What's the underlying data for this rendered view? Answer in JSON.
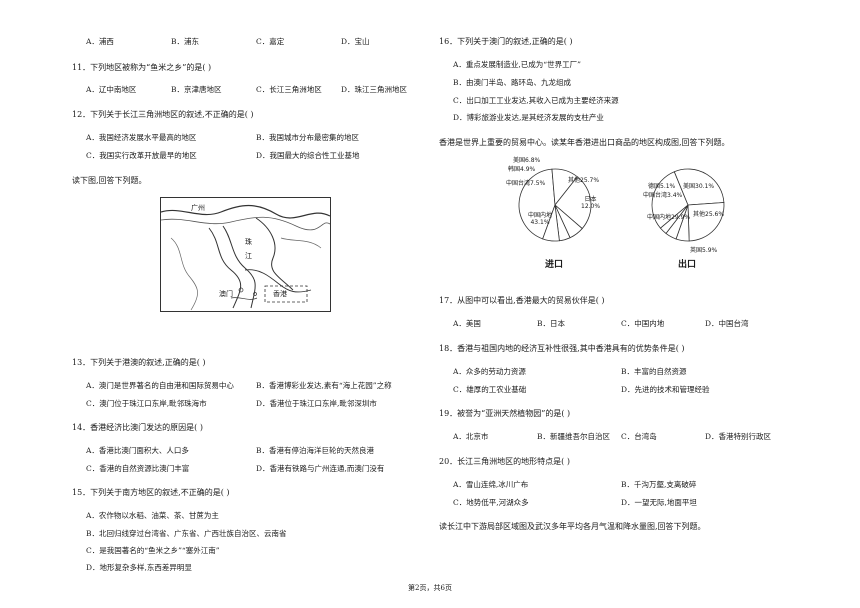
{
  "left": {
    "q10_options": [
      "A．浦西",
      "B．浦东",
      "C．嘉定",
      "D．宝山"
    ],
    "q11": {
      "stem": "11．下列地区被称为“鱼米之乡”的是(    )",
      "options": [
        "A．辽中南地区",
        "B．京津唐地区",
        "C．长江三角洲地区",
        "D．珠江三角洲地区"
      ]
    },
    "q12": {
      "stem": "12．下列关于长江三角洲地区的叙述,不正确的是(    )",
      "options": [
        "A．我国经济发展水平最高的地区",
        "B．我国城市分布最密集的地区",
        "C．我国实行改革开放最早的地区",
        "D．我国最大的综合性工业基地"
      ]
    },
    "map_intro": "读下图,回答下列题。",
    "map": {
      "labels": [
        "广州",
        "珠",
        "江",
        "澳门",
        "香港"
      ]
    },
    "q13": {
      "stem": "13．下列关于港澳的叙述,正确的是(    )",
      "options": [
        "A．澳门是世界著名的自由港和国际贸易中心",
        "B．香港博彩业发达,素有“海上花园”之称",
        "C．澳门位于珠江口东岸,毗邻珠海市",
        "D．香港位于珠江口东岸,毗邻深圳市"
      ]
    },
    "q14": {
      "stem": "14．香港经济比澳门发达的原因是(    )",
      "options": [
        "A．香港比澳门面积大、人口多",
        "B．香港有停泊海洋巨轮的天然良港",
        "C．香港的自然资源比澳门丰富",
        "D．香港有铁路与广州连通,而澳门没有"
      ]
    },
    "q15": {
      "stem": "15．下列关于南方地区的叙述,不正确的是(    )",
      "options": [
        "A．农作物以水稻、油菜、茶、甘蔗为主",
        "B．北回归线穿过台湾省、广东省、广西壮族自治区、云南省",
        "C．是我国著名的“鱼米之乡”“塞外江南”",
        "D．地形复杂多样,东西差异明显"
      ]
    }
  },
  "right": {
    "q16": {
      "stem": "16．下列关于澳门的叙述,正确的是(    )",
      "options": [
        "A．重点发展制造业,已成为“世界工厂”",
        "B．由澳门半岛、路环岛、九龙组成",
        "C．出口加工工业发达,其收入已成为主要经济来源",
        "D．博彩旅游业发达,是其经济发展的支柱产业"
      ]
    },
    "chart_intro": "香港是世界上重要的贸易中心。读某年香港进出口商品的地区构成图,回答下列题。",
    "q17": {
      "stem": "17．从图中可以看出,香港最大的贸易伙伴是(    )",
      "options": [
        "A．美国",
        "B．日本",
        "C．中国内地",
        "D．中国台湾"
      ]
    },
    "q18": {
      "stem": "18．香港与祖国内地的经济互补性很强,其中香港具有的优势条件是(    )",
      "options": [
        "A．众多的劳动力资源",
        "B．丰富的自然资源",
        "C．雄厚的工农业基础",
        "D．先进的技术和管理经验"
      ]
    },
    "q19": {
      "stem": "19．被誉为“亚洲天然植物园”的是(    )",
      "options": [
        "A．北京市",
        "B．新疆维吾尔自治区",
        "C．台湾岛",
        "D．香港特别行政区"
      ]
    },
    "q20": {
      "stem": "20．长江三角洲地区的地形特点是(    )",
      "options": [
        "A．雪山连绵,冰川广布",
        "B．千沟万壑,支离破碎",
        "C．地势低平,河湖众多",
        "D．一望无际,地面平坦"
      ]
    },
    "last_line": "读长江中下游局部区域图及武汉多年平均各月气温和降水量图,回答下列题。"
  },
  "chart_data": [
    {
      "type": "pie",
      "title": "进口",
      "slices": [
        {
          "label": "中国内地",
          "value": 43.1
        },
        {
          "label": "日本",
          "value": 12.0
        },
        {
          "label": "其他",
          "value": 25.7
        },
        {
          "label": "美国",
          "value": 6.8
        },
        {
          "label": "韩国",
          "value": 4.9
        },
        {
          "label": "中国台湾",
          "value": 7.5
        }
      ],
      "label_texts": [
        "中国内地\n43.1%",
        "日本\n12.0%",
        "其他25.7%",
        "美国6.8%",
        "韩国4.9%",
        "中国台湾7.5%"
      ]
    },
    {
      "type": "pie",
      "title": "出口",
      "slices": [
        {
          "label": "中国内地",
          "value": 29.9
        },
        {
          "label": "美国",
          "value": 30.1
        },
        {
          "label": "其他",
          "value": 25.6
        },
        {
          "label": "英国",
          "value": 5.9
        },
        {
          "label": "德国",
          "value": 5.1
        },
        {
          "label": "中国台湾",
          "value": 3.4
        }
      ],
      "label_texts": [
        "中国内地29.9%",
        "美国30.1%",
        "其他25.6%",
        "英国5.9%",
        "德国5.1%",
        "中国台湾3.4%"
      ]
    }
  ],
  "footer": "第2页，共6页"
}
